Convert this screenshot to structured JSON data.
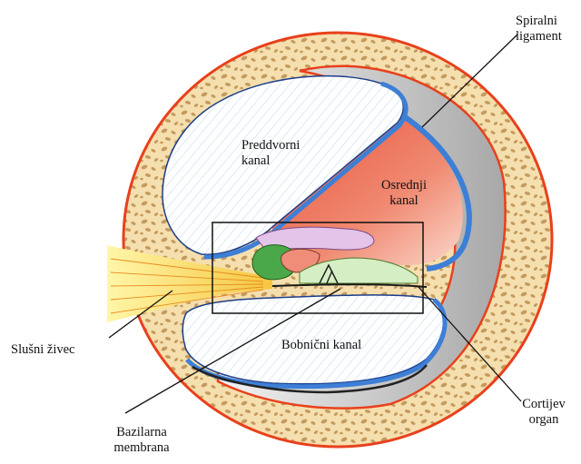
{
  "diagram": {
    "labels": {
      "spiralni_ligament": "Spiralni\nligament",
      "preddvorni_kanal": "Preddvorni\nkanal",
      "osrednji_kanal": "Osrednji\nkanal",
      "slusni_zivec": "Slušni živec",
      "bobnicni_kanal": "Bobnični kanal",
      "cortijev_organ": "Cortijev\norgan",
      "bazilarna_membrana": "Bazilarna\nmembrana"
    },
    "colors": {
      "bone": "#f5dfae",
      "bone_spots": "#c49a5e",
      "rim": "#e8401c",
      "duct_blue": "#3d7fd6",
      "scala_media": "#e26a55",
      "ligament_gray": "#b9b9b9",
      "nerve_yellow": "#f7d24a",
      "reissner_pink": "#e4c4e8",
      "limbus_green": "#4aa84a",
      "organ_green": "#d6eec4"
    }
  }
}
